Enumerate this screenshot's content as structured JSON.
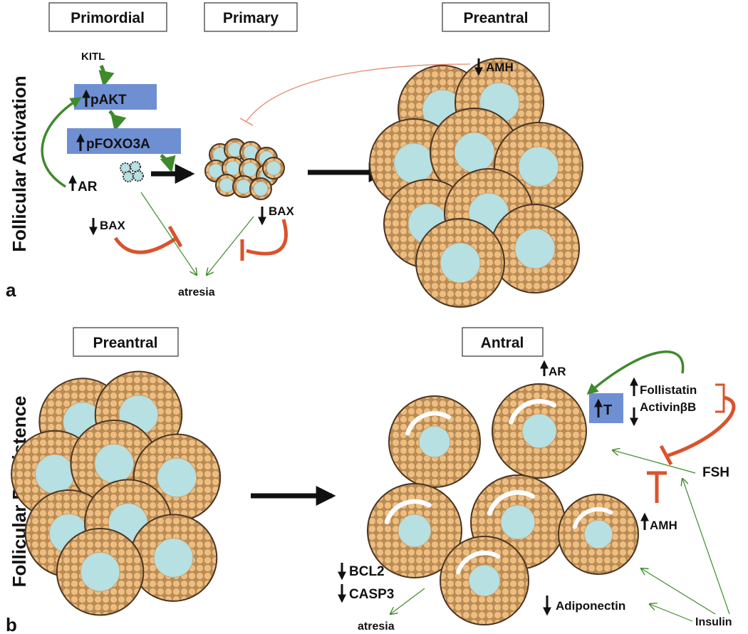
{
  "panel_a": {
    "letter": "a",
    "side_title": "Follicular Activation",
    "stages": [
      "Primordial",
      "Primary",
      "Preantral"
    ],
    "labels": {
      "kitl": "KITL",
      "pakt": "pAKT",
      "pfoxo3a": "pFOXO3A",
      "ar": "AR",
      "bax_left": "BAX",
      "bax_right": "BAX",
      "amh": "AMH",
      "atresia": "atresia"
    }
  },
  "panel_b": {
    "letter": "b",
    "side_title": "Follicular Persistence",
    "stages": [
      "Preantral",
      "Antral"
    ],
    "labels": {
      "ar": "AR",
      "t": "T",
      "follistatin": "Follistatin",
      "activin": "ActivinβB",
      "fsh": "FSH",
      "amh": "AMH",
      "bcl2": "BCL2",
      "casp3": "CASP3",
      "atresia": "atresia",
      "adiponectin": "Adiponectin",
      "insulin": "Insulin"
    }
  },
  "colors": {
    "granulosa": "#e9b878",
    "oocyte": "#b6e0e2",
    "blue_box": "#6f8fd3",
    "green_arrow": "#3f8a2c",
    "red_inhibit": "#d9532c",
    "black_arrow": "#111111"
  }
}
